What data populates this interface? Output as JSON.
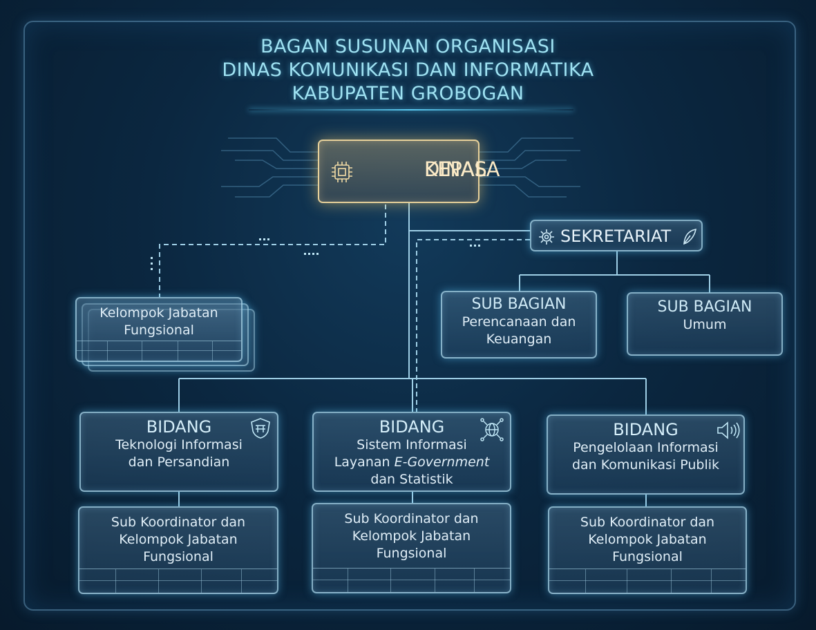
{
  "title": {
    "line1": "BAGAN SUSUNAN ORGANISASI",
    "line2": "DINAS KOMUNIKASI DAN INFORMATIKA",
    "line3": "KABUPATEN GROBOGAN"
  },
  "kepala": {
    "line1": "KEPALA",
    "line2": "DINAS"
  },
  "sekretariat": {
    "label": "SEKRETARIAT"
  },
  "kelompok_jabatan": {
    "line1": "Kelompok Jabatan",
    "line2": "Fungsional"
  },
  "sub_bagian": [
    {
      "head": "SUB BAGIAN",
      "line1": "Perencanaan dan",
      "line2": "Keuangan"
    },
    {
      "head": "SUB BAGIAN",
      "line1": "Umum",
      "line2": ""
    }
  ],
  "bidang": [
    {
      "head": "BIDANG",
      "line1": "Teknologi Informasi",
      "line2": "dan Persandian",
      "line3_prefix": "",
      "line3_italic": "",
      "line3_suffix": "",
      "line4": ""
    },
    {
      "head": "BIDANG",
      "line1": "Sistem Informasi",
      "line2": "",
      "line3_prefix": "Layanan ",
      "line3_italic": "E-Government",
      "line3_suffix": "",
      "line4": "dan Statistik"
    },
    {
      "head": "BIDANG",
      "line1": "Pengelolaan Informasi",
      "line2": "dan Komunikasi Publik",
      "line3_prefix": "",
      "line3_italic": "",
      "line3_suffix": "",
      "line4": ""
    }
  ],
  "sub_koordinator": {
    "line1": "Sub Koordinator dan",
    "line2": "Kelompok Jabatan",
    "line3": "Fungsional"
  },
  "icons": {
    "kepala": "chip-icon",
    "sek_left": "gear-icon",
    "sek_right": "feather-icon",
    "bidang1": "shield-icon",
    "bidang2": "globe-network-icon",
    "bidang3": "speaker-icon"
  },
  "colors": {
    "accent": "#59c9f0",
    "gold": "#e6d09a",
    "background": "#0b2740"
  }
}
